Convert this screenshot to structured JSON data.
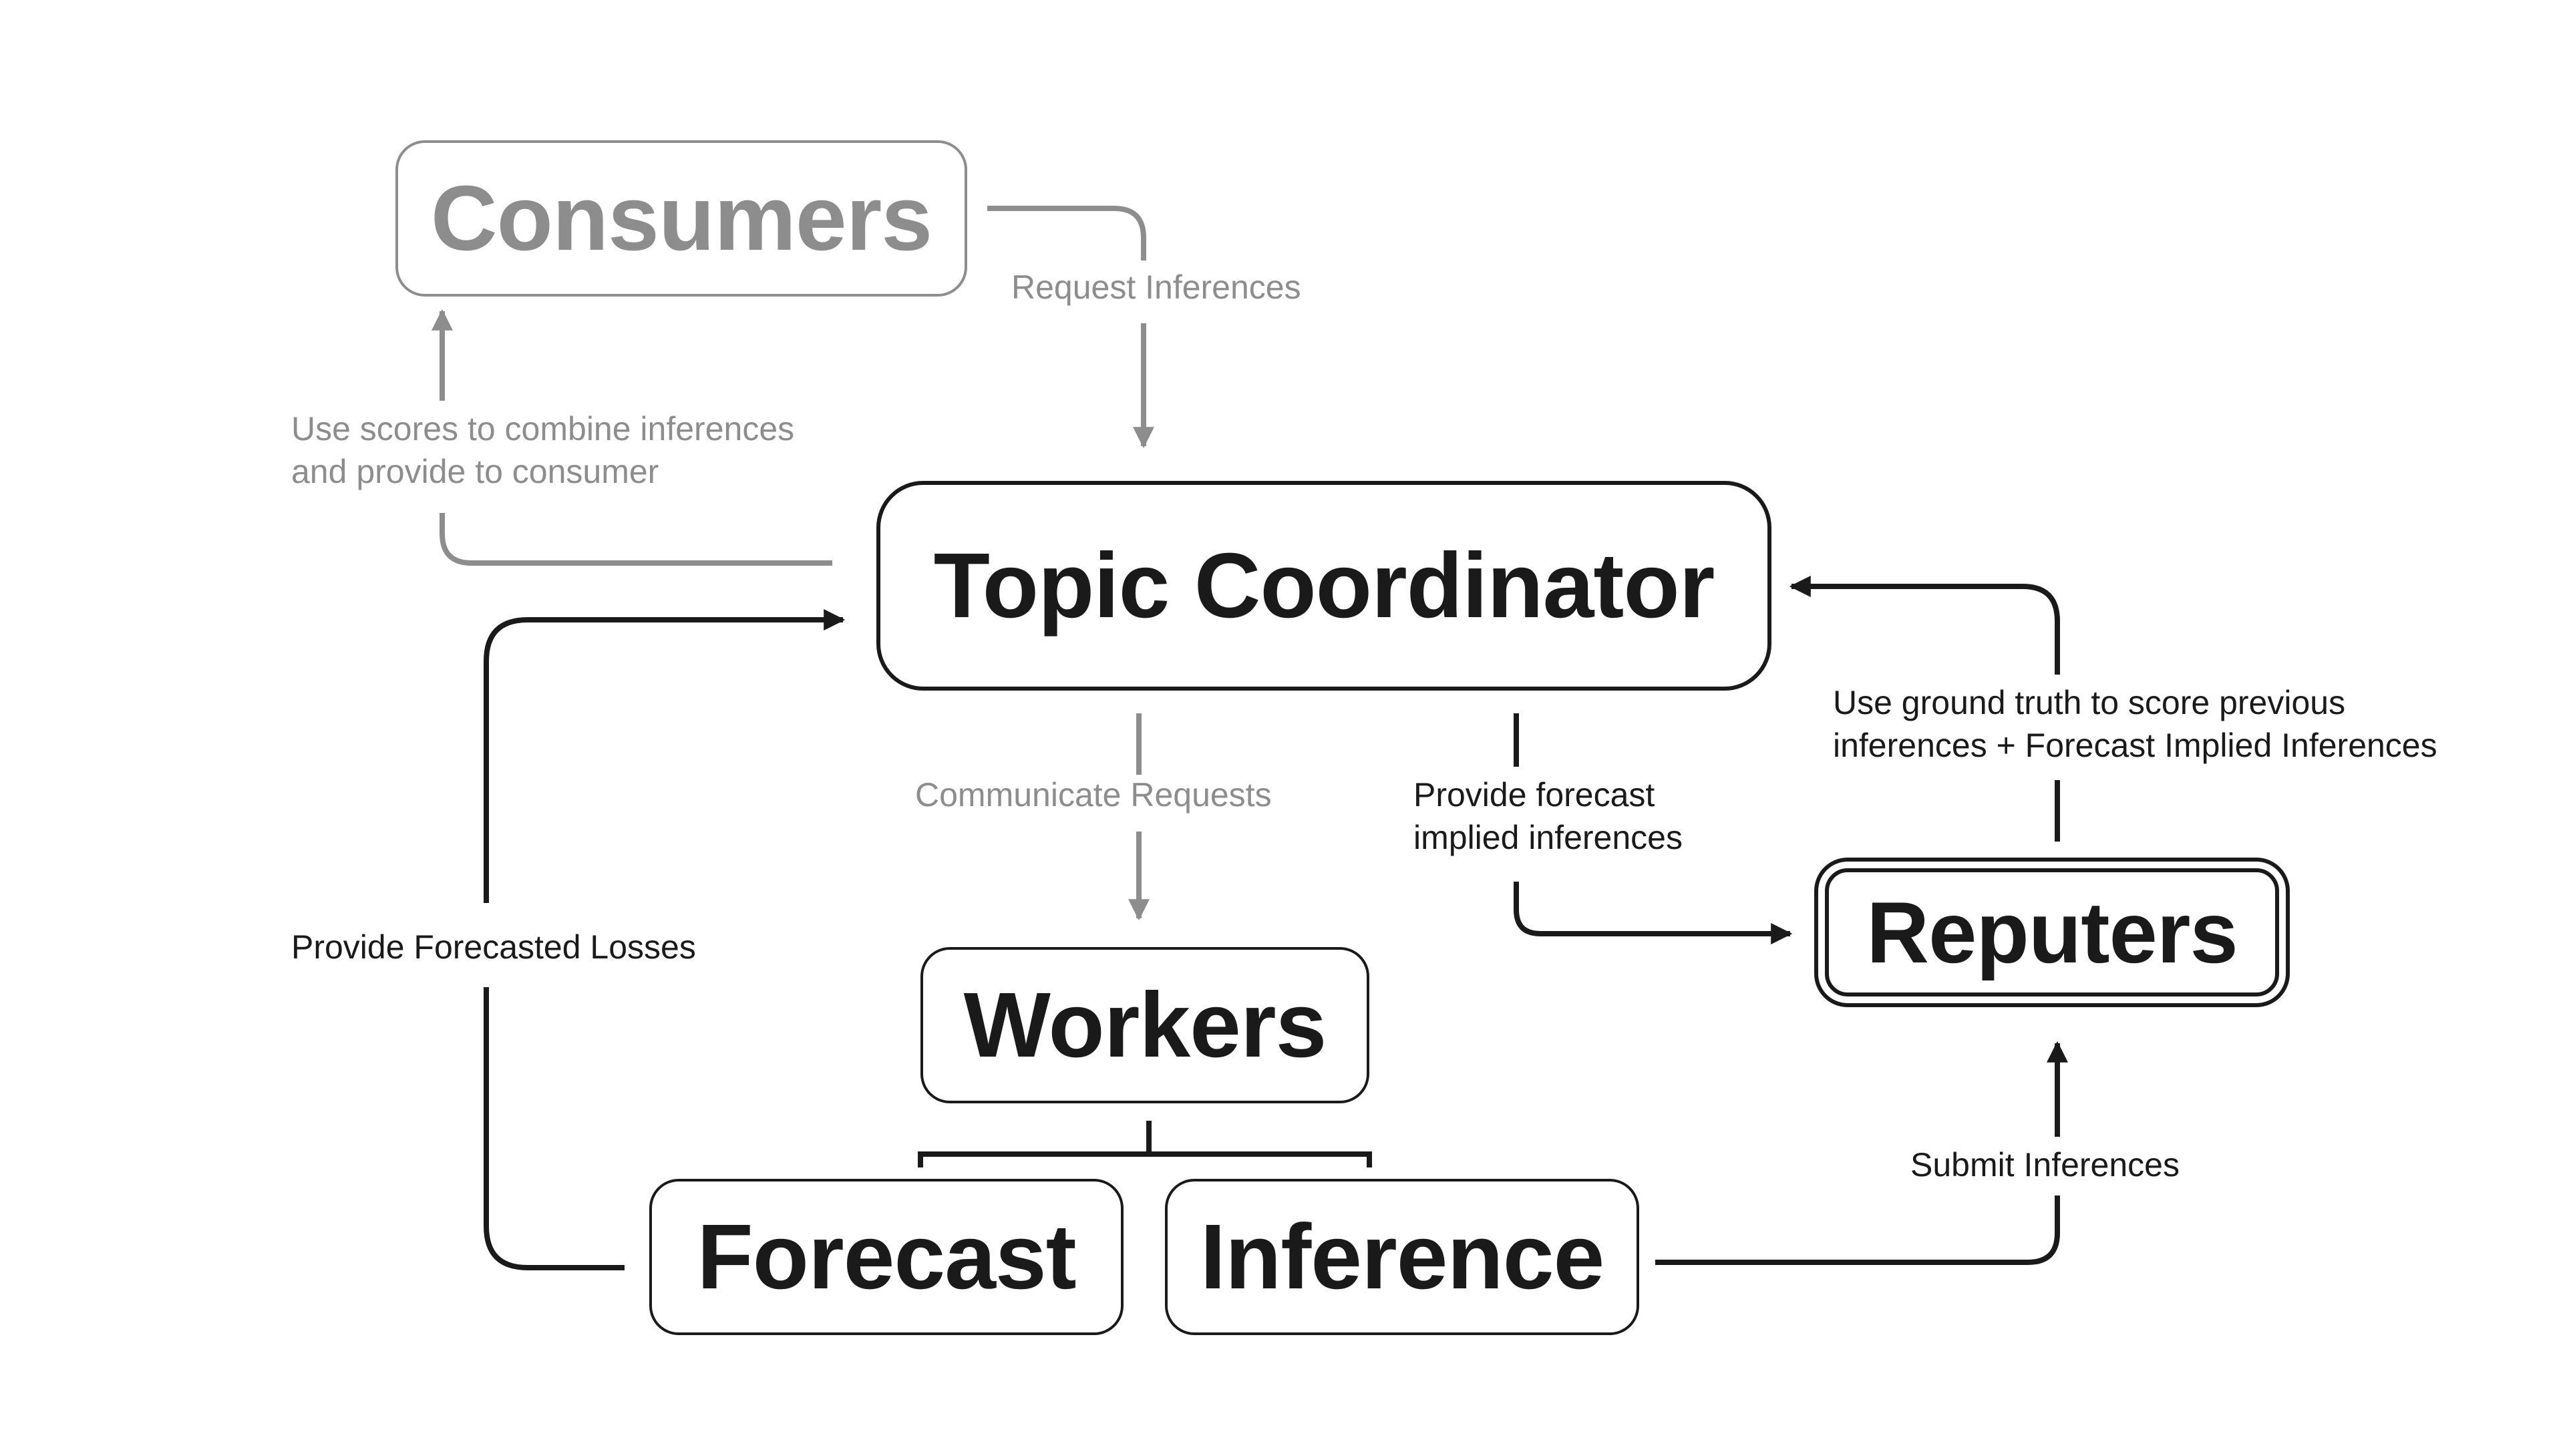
{
  "colors": {
    "primary": "#1a1a1a",
    "muted": "#8d8d8d",
    "background": "#ffffff"
  },
  "nodes": {
    "consumers": "Consumers",
    "topic_coordinator": "Topic Coordinator",
    "workers": "Workers",
    "forecast": "Forecast",
    "inference": "Inference",
    "reputers": "Reputers"
  },
  "edges": {
    "request_inferences": "Request Inferences",
    "use_scores_line1": "Use scores to combine inferences",
    "use_scores_line2": "and provide to consumer",
    "communicate_requests": "Communicate Requests",
    "provide_forecast_line1": "Provide forecast",
    "provide_forecast_line2": "implied inferences",
    "ground_truth_line1": "Use ground truth to score previous",
    "ground_truth_line2": "inferences + Forecast Implied Inferences",
    "provide_forecasted_losses": "Provide Forecasted Losses",
    "submit_inferences": "Submit Inferences"
  }
}
